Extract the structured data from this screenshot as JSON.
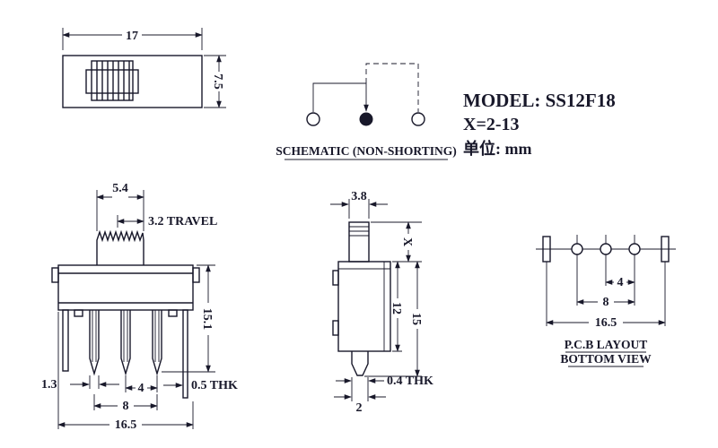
{
  "title_block": {
    "model": "MODEL: SS12F18",
    "x_range": "X=2-13",
    "unit": "单位: mm"
  },
  "schematic": {
    "label": "SCHEMATIC (NON-SHORTING)"
  },
  "top_view": {
    "dim_width": "17",
    "dim_height": "7.5"
  },
  "front_view": {
    "dim_knob_width": "5.4",
    "dim_travel": "3.2 TRAVEL",
    "dim_height": "15.1",
    "dim_pin_width": "1.3",
    "dim_pin_pitch": "4",
    "dim_pin_span": "8",
    "dim_body_width": "16.5",
    "dim_bracket_thk": "0.5 THK"
  },
  "side_view": {
    "dim_knob_depth": "3.8",
    "dim_knob_height": "X",
    "dim_body_height": "12",
    "dim_total_height": "15",
    "dim_pin_thk": "0.4 THK",
    "dim_pin_len": "2"
  },
  "pcb_layout": {
    "dim_hole_pitch": "4",
    "dim_hole_span": "8",
    "dim_slot_span": "16.5",
    "label_line1": "P.C.B LAYOUT",
    "label_line2": "BOTTOM VIEW"
  }
}
